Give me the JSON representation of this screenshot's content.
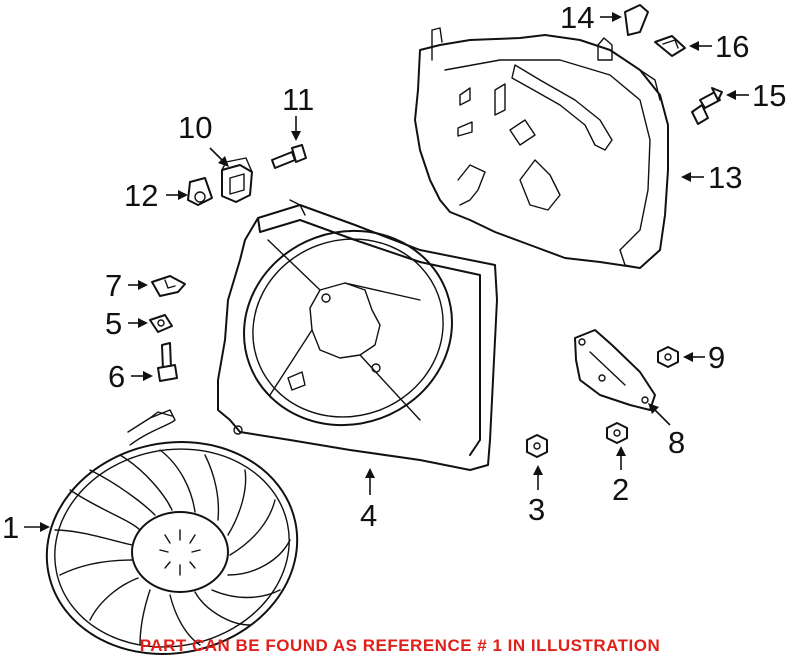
{
  "callouts": [
    {
      "id": "1",
      "text": "1"
    },
    {
      "id": "2",
      "text": "2"
    },
    {
      "id": "3",
      "text": "3"
    },
    {
      "id": "4",
      "text": "4"
    },
    {
      "id": "5",
      "text": "5"
    },
    {
      "id": "6",
      "text": "6"
    },
    {
      "id": "7",
      "text": "7"
    },
    {
      "id": "8",
      "text": "8"
    },
    {
      "id": "9",
      "text": "9"
    },
    {
      "id": "10",
      "text": "10"
    },
    {
      "id": "11",
      "text": "11"
    },
    {
      "id": "12",
      "text": "12"
    },
    {
      "id": "13",
      "text": "13"
    },
    {
      "id": "14",
      "text": "14"
    },
    {
      "id": "15",
      "text": "15"
    },
    {
      "id": "16",
      "text": "16"
    }
  ],
  "footnote": {
    "text": "PART CAN BE FOUND AS REFERENCE # 1 IN ILLUSTRATION",
    "color": "#e0201a"
  },
  "line_color": "#111111"
}
